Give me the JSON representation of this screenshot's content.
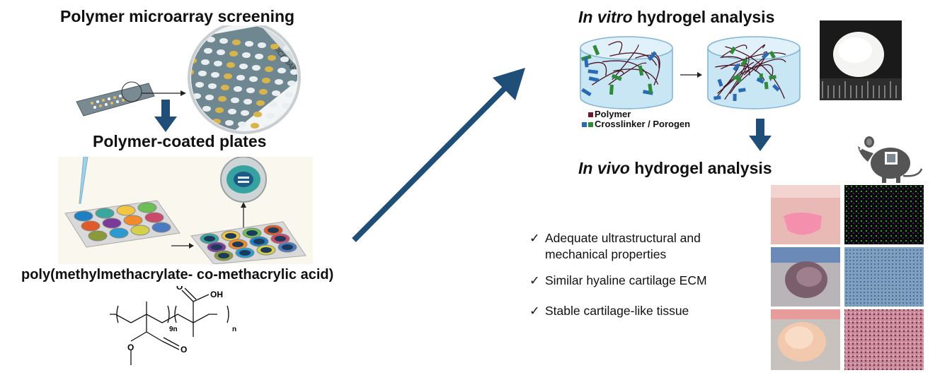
{
  "left": {
    "screening_title": "Polymer microarray screening",
    "slide_label": "MICROARRAY",
    "plates_title": "Polymer-coated plates",
    "polymer_name": "poly(methylmethacrylate- co-methacrylic acid)",
    "structure": {
      "oh_label": "OH",
      "o_label_top": "O",
      "o_label_ester": "O",
      "o_label_ester2": "O",
      "subscript_9n": "9n",
      "subscript_n": "n"
    }
  },
  "right": {
    "invitro_italic": "In vitro",
    "invitro_rest": " hydrogel analysis",
    "invivo_italic": "In vivo",
    "invivo_rest": " hydrogel analysis",
    "legend": {
      "polymer": "Polymer",
      "crosslinker": "Crosslinker / Porogen"
    },
    "checklist": [
      {
        "mark": "✓",
        "line1": "Adequate ultrastructural and",
        "line2": "mechanical properties"
      },
      {
        "mark": "✓",
        "line1": "Similar hyaline cartilage ECM",
        "line2": ""
      },
      {
        "mark": "✓",
        "line1": "Stable cartilage-like tissue",
        "line2": ""
      }
    ]
  },
  "colors": {
    "arrow_blue": "#1f4e79",
    "polymer_chain": "#4a1220",
    "crosslinker_blue": "#2a6ab5",
    "porogen_green": "#2e8b3a",
    "hydrogel_fill": "#c9e6f5"
  }
}
